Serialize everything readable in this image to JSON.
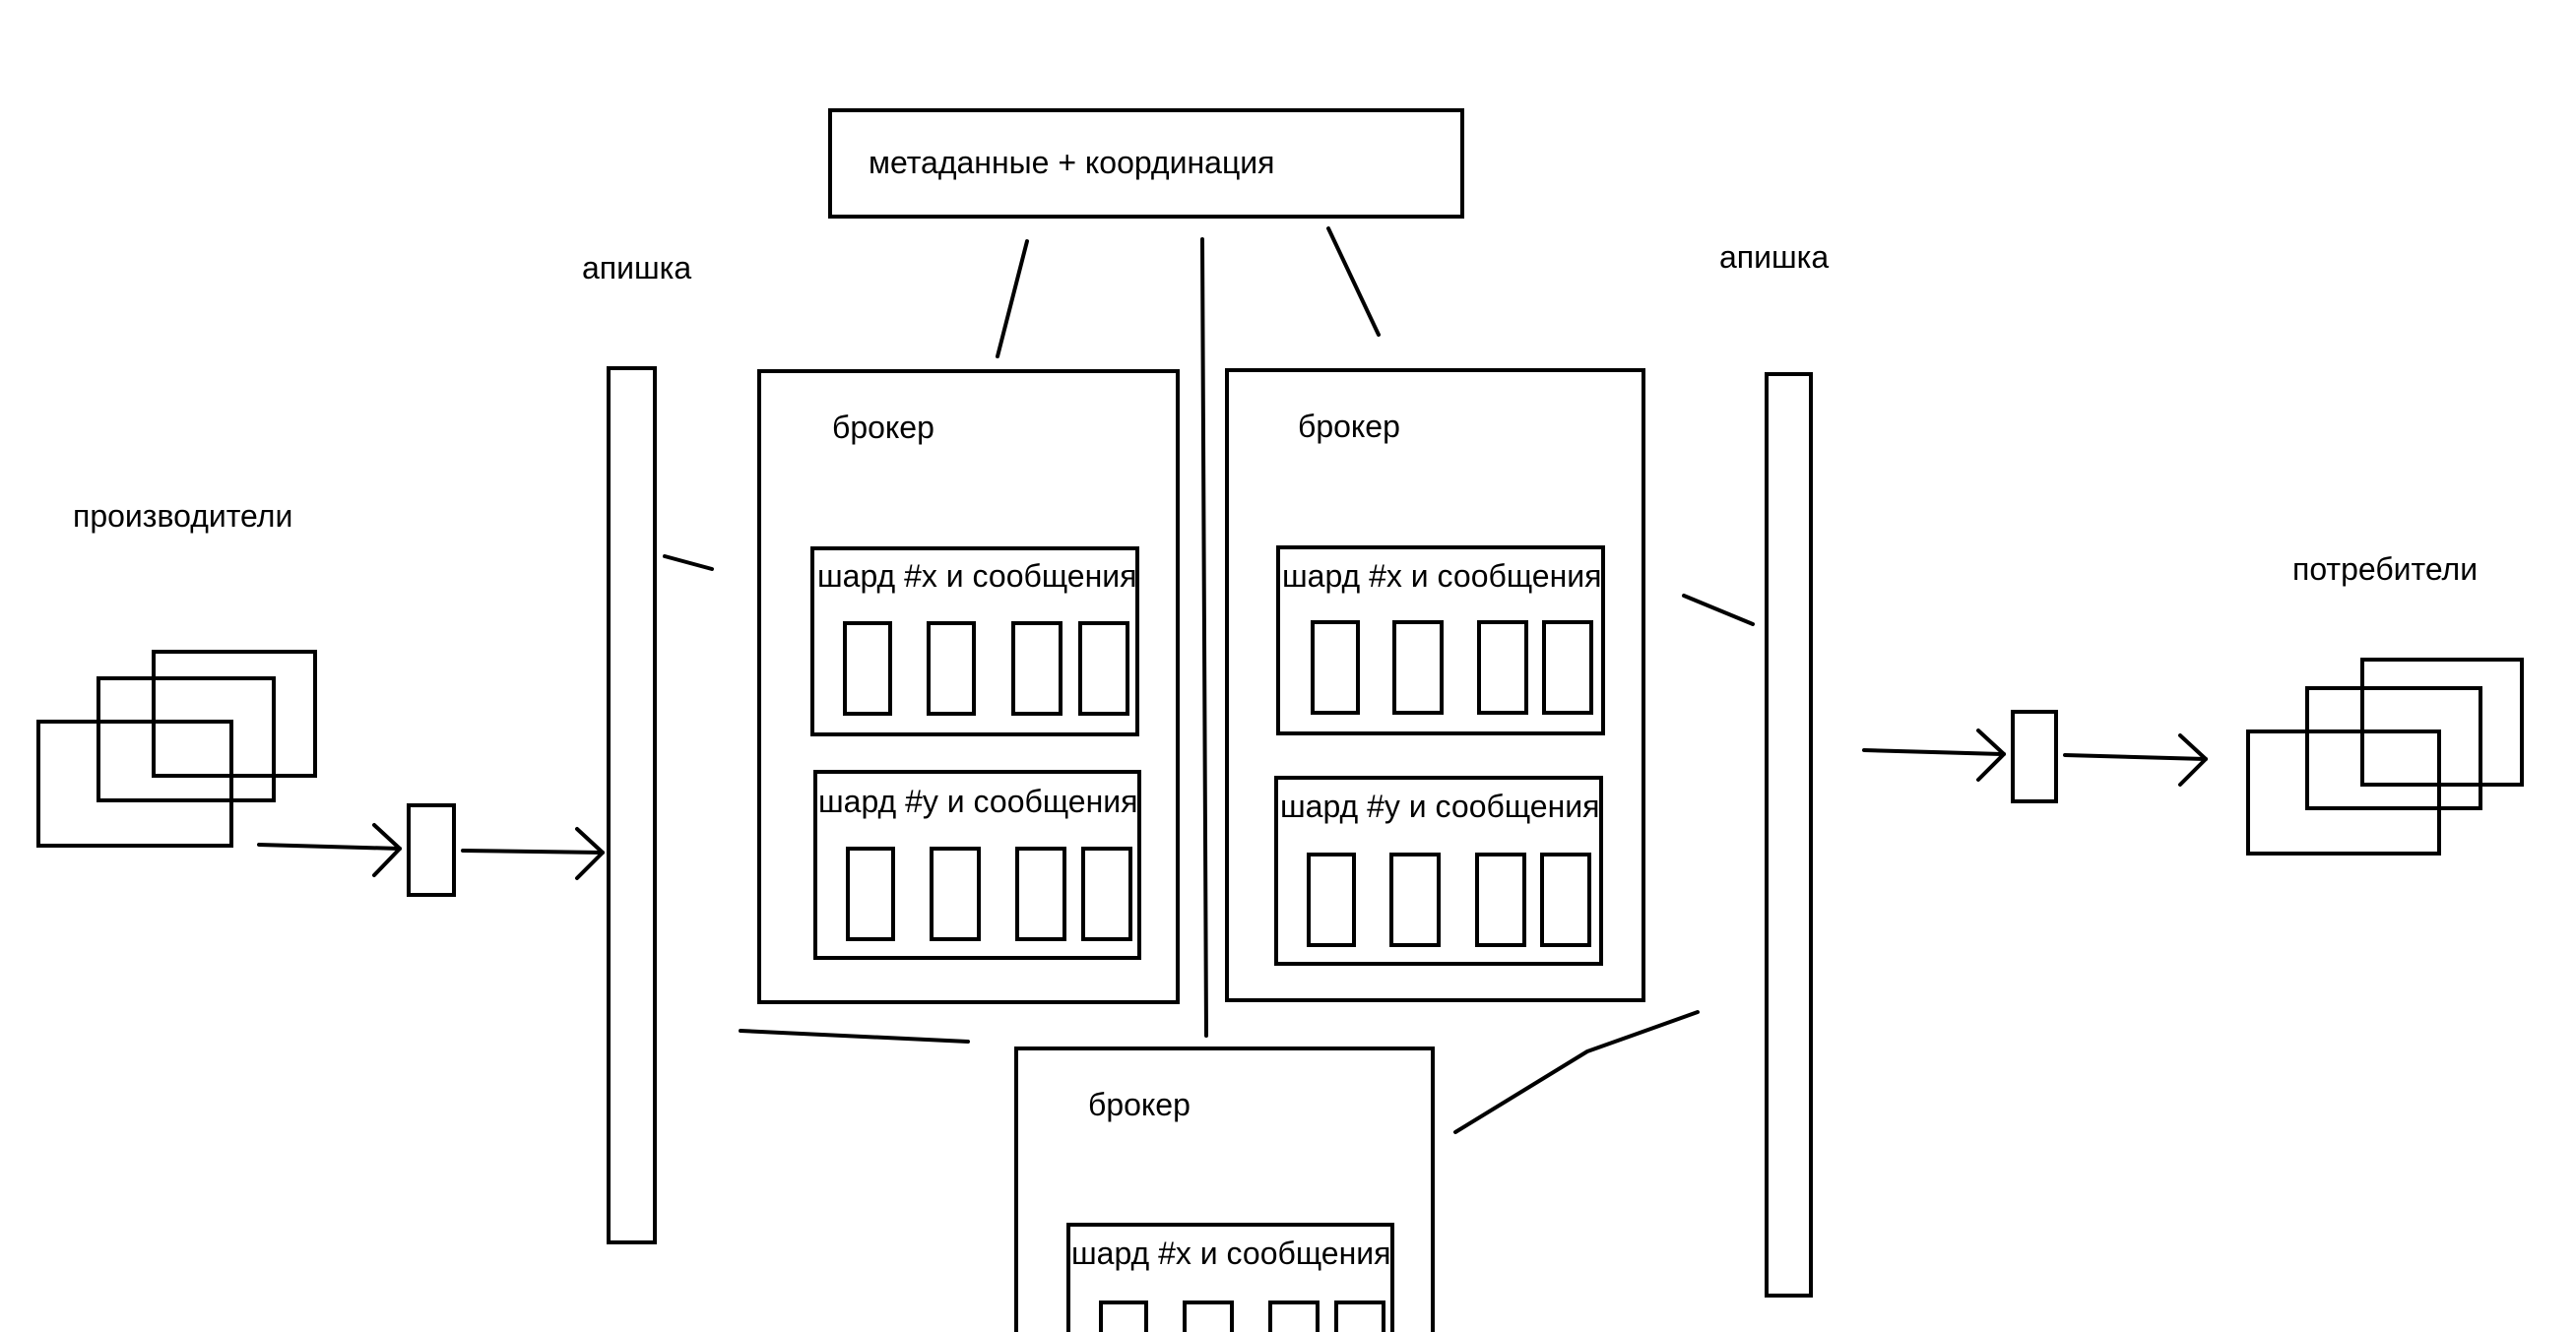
{
  "labels": {
    "metadata_box": "метаданные + координация",
    "api_left": "апишка",
    "api_right": "апишка",
    "producers": "производители",
    "consumers": "потребители",
    "broker_1": "брокер",
    "broker_2": "брокер",
    "broker_3": "брокер",
    "broker_1_shard_x": "шард #x и сообщения",
    "broker_1_shard_y": "шард #y и сообщения",
    "broker_2_shard_x": "шард #x и сообщения",
    "broker_2_shard_y": "шард #y и сообщения",
    "broker_3_shard_x": "шард #x и сообщения"
  }
}
